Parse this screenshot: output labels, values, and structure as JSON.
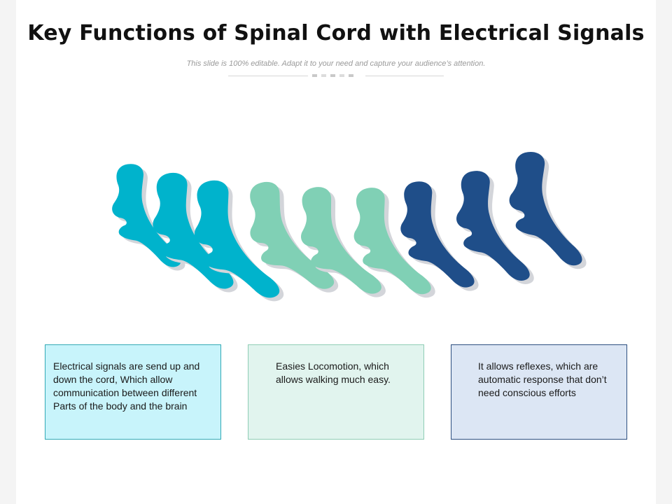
{
  "title": "Key Functions of Spinal Cord with Electrical Signals",
  "subtitle": "This slide is 100% editable. Adapt it to your need and capture your audience’s attention.",
  "colors": {
    "cyan": "#00b3cc",
    "mint": "#80d0b5",
    "navy": "#1f4e89",
    "shadow": "#d3d5da"
  },
  "vertebrae_groups": [
    "cyan",
    "cyan",
    "cyan",
    "mint",
    "mint",
    "mint",
    "navy",
    "navy",
    "navy"
  ],
  "boxes": [
    {
      "text": "Electrical signals are send up and down the cord, Which allow communication between different Parts of the body and the brain"
    },
    {
      "text": "Easies Locomotion, which allows walking much easy."
    },
    {
      "text": "It allows reflexes, which are automatic response that don’t need conscious efforts"
    }
  ]
}
